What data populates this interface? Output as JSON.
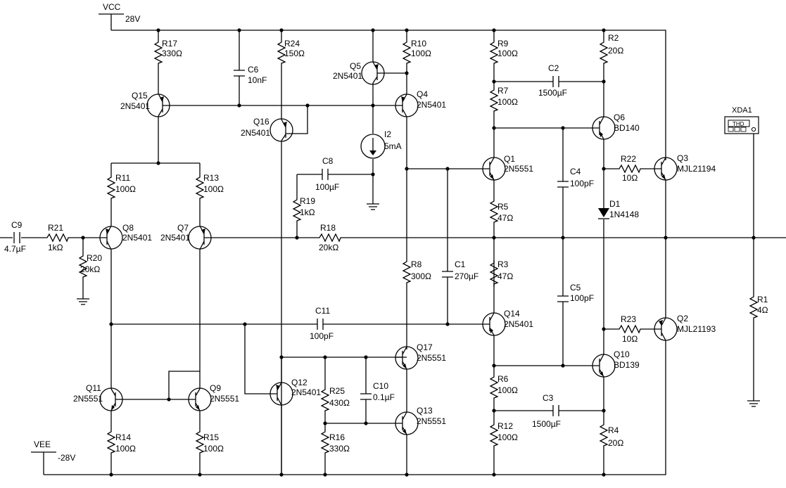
{
  "rails": {
    "vcc": {
      "name": "VCC",
      "value": "28V"
    },
    "vee": {
      "name": "VEE",
      "value": "-28V"
    }
  },
  "instrument": {
    "name": "XDA1",
    "screen": "THD"
  },
  "source": {
    "name": "I2",
    "value": "5mA"
  },
  "transistors": [
    {
      "ref": "Q15",
      "part": "2N5401"
    },
    {
      "ref": "Q16",
      "part": "2N5401"
    },
    {
      "ref": "Q5",
      "part": "2N5401"
    },
    {
      "ref": "Q4",
      "part": "2N5401"
    },
    {
      "ref": "Q8",
      "part": "2N5401"
    },
    {
      "ref": "Q7",
      "part": "2N5401"
    },
    {
      "ref": "Q1",
      "part": "2N5551"
    },
    {
      "ref": "Q14",
      "part": "2N5401"
    },
    {
      "ref": "Q6",
      "part": "BD140"
    },
    {
      "ref": "Q10",
      "part": "BD139"
    },
    {
      "ref": "Q3",
      "part": "MJL21194"
    },
    {
      "ref": "Q2",
      "part": "MJL21193"
    },
    {
      "ref": "Q11",
      "part": "2N5551"
    },
    {
      "ref": "Q9",
      "part": "2N5551"
    },
    {
      "ref": "Q12",
      "part": "2N5401"
    },
    {
      "ref": "Q17",
      "part": "2N5551"
    },
    {
      "ref": "Q13",
      "part": "2N5551"
    }
  ],
  "resistors": [
    {
      "ref": "R17",
      "value": "330Ω"
    },
    {
      "ref": "R24",
      "value": "150Ω"
    },
    {
      "ref": "R10",
      "value": "100Ω"
    },
    {
      "ref": "R9",
      "value": "100Ω"
    },
    {
      "ref": "R2",
      "value": "20Ω"
    },
    {
      "ref": "R7",
      "value": "100Ω"
    },
    {
      "ref": "R11",
      "value": "100Ω"
    },
    {
      "ref": "R13",
      "value": "100Ω"
    },
    {
      "ref": "R19",
      "value": "1kΩ"
    },
    {
      "ref": "R21",
      "value": "1kΩ"
    },
    {
      "ref": "R20",
      "value": "20kΩ"
    },
    {
      "ref": "R18",
      "value": "20kΩ"
    },
    {
      "ref": "R5",
      "value": "47Ω"
    },
    {
      "ref": "R8",
      "value": "300Ω"
    },
    {
      "ref": "R3",
      "value": "47Ω"
    },
    {
      "ref": "R22",
      "value": "10Ω"
    },
    {
      "ref": "R23",
      "value": "10Ω"
    },
    {
      "ref": "R1",
      "value": "4Ω"
    },
    {
      "ref": "R25",
      "value": "430Ω"
    },
    {
      "ref": "R6",
      "value": "100Ω"
    },
    {
      "ref": "R12",
      "value": "100Ω"
    },
    {
      "ref": "R4",
      "value": "20Ω"
    },
    {
      "ref": "R14",
      "value": "100Ω"
    },
    {
      "ref": "R15",
      "value": "100Ω"
    },
    {
      "ref": "R16",
      "value": "330Ω"
    }
  ],
  "capacitors": [
    {
      "ref": "C6",
      "value": "10nF"
    },
    {
      "ref": "C2",
      "value": "1500µF"
    },
    {
      "ref": "C8",
      "value": "100µF"
    },
    {
      "ref": "C9",
      "value": "4.7µF"
    },
    {
      "ref": "C1",
      "value": "270µF"
    },
    {
      "ref": "C4",
      "value": "100pF"
    },
    {
      "ref": "C5",
      "value": "100pF"
    },
    {
      "ref": "C11",
      "value": "100pF"
    },
    {
      "ref": "C10",
      "value": "0.1µF"
    },
    {
      "ref": "C3",
      "value": "1500µF"
    }
  ],
  "diodes": [
    {
      "ref": "D1",
      "part": "1N4148"
    }
  ]
}
